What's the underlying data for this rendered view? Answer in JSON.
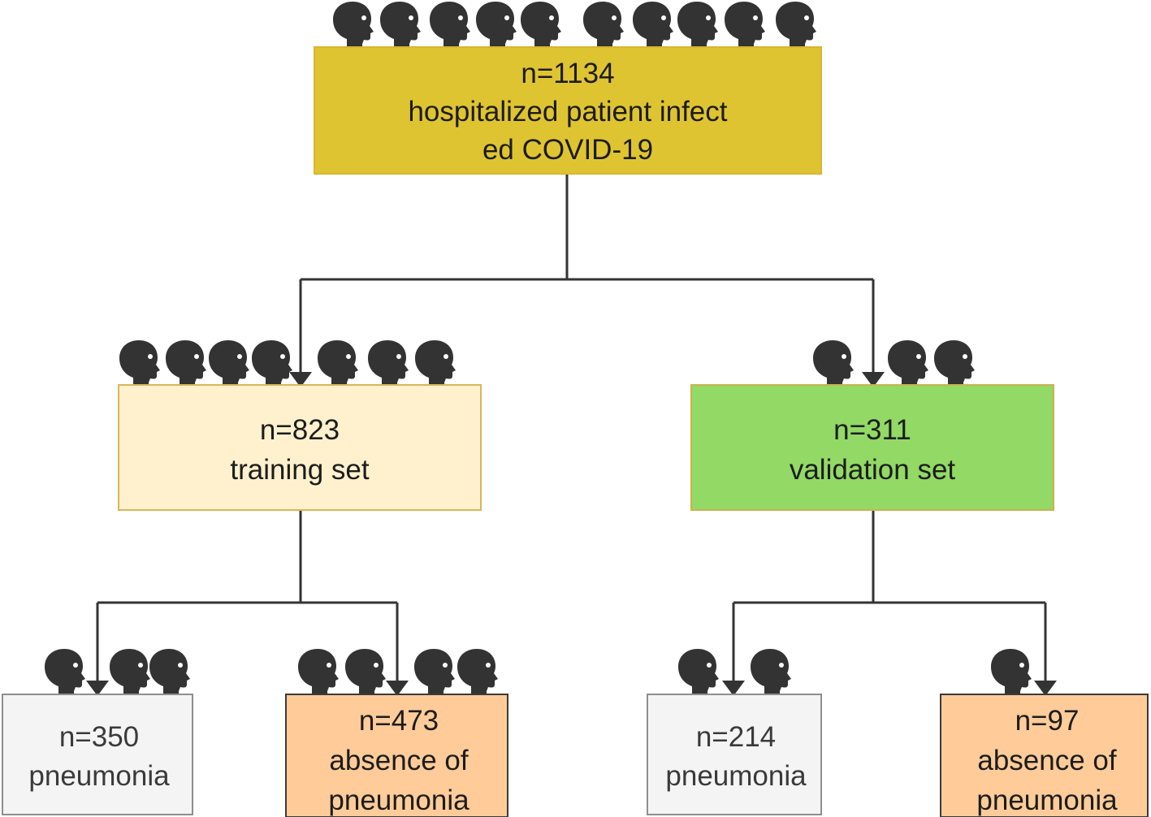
{
  "palette": {
    "root_fill": "#dfc431",
    "root_stroke": "#d7b632",
    "training_fill": "#fff1cd",
    "training_stroke": "#d8b757",
    "validation_fill": "#92d965",
    "validation_stroke": "#cbb24f",
    "pneumonia_fill": "#f4f4f4",
    "pneumonia_stroke": "#8e8e8e",
    "absence_fill": "#ffcc99",
    "absence_stroke": "#3a3a3a",
    "icon_color": "#333333",
    "connector_color": "#333333"
  },
  "icon": "person-head-icon",
  "nodes": {
    "root": {
      "lines": [
        "n=1134",
        "hospitalized patient infect",
        "ed COVID-19"
      ],
      "icon_count": 10
    },
    "training": {
      "lines": [
        "n=823",
        "training set"
      ],
      "icon_count": 7
    },
    "validation": {
      "lines": [
        "n=311",
        "validation set"
      ],
      "icon_count": 3
    },
    "train_pneumonia": {
      "lines": [
        "n=350",
        "pneumonia"
      ],
      "icon_count": 3
    },
    "train_absence": {
      "lines": [
        "n=473",
        "absence of",
        "pneumonia"
      ],
      "icon_count": 4
    },
    "val_pneumonia": {
      "lines": [
        "n=214",
        "pneumonia"
      ],
      "icon_count": 2
    },
    "val_absence": {
      "lines": [
        "n=97",
        "absence of",
        "pneumonia"
      ],
      "icon_count": 1
    }
  },
  "edges": [
    {
      "from": "root",
      "to": "training"
    },
    {
      "from": "root",
      "to": "validation"
    },
    {
      "from": "training",
      "to": "train_pneumonia"
    },
    {
      "from": "training",
      "to": "train_absence"
    },
    {
      "from": "validation",
      "to": "val_pneumonia"
    },
    {
      "from": "validation",
      "to": "val_absence"
    }
  ]
}
